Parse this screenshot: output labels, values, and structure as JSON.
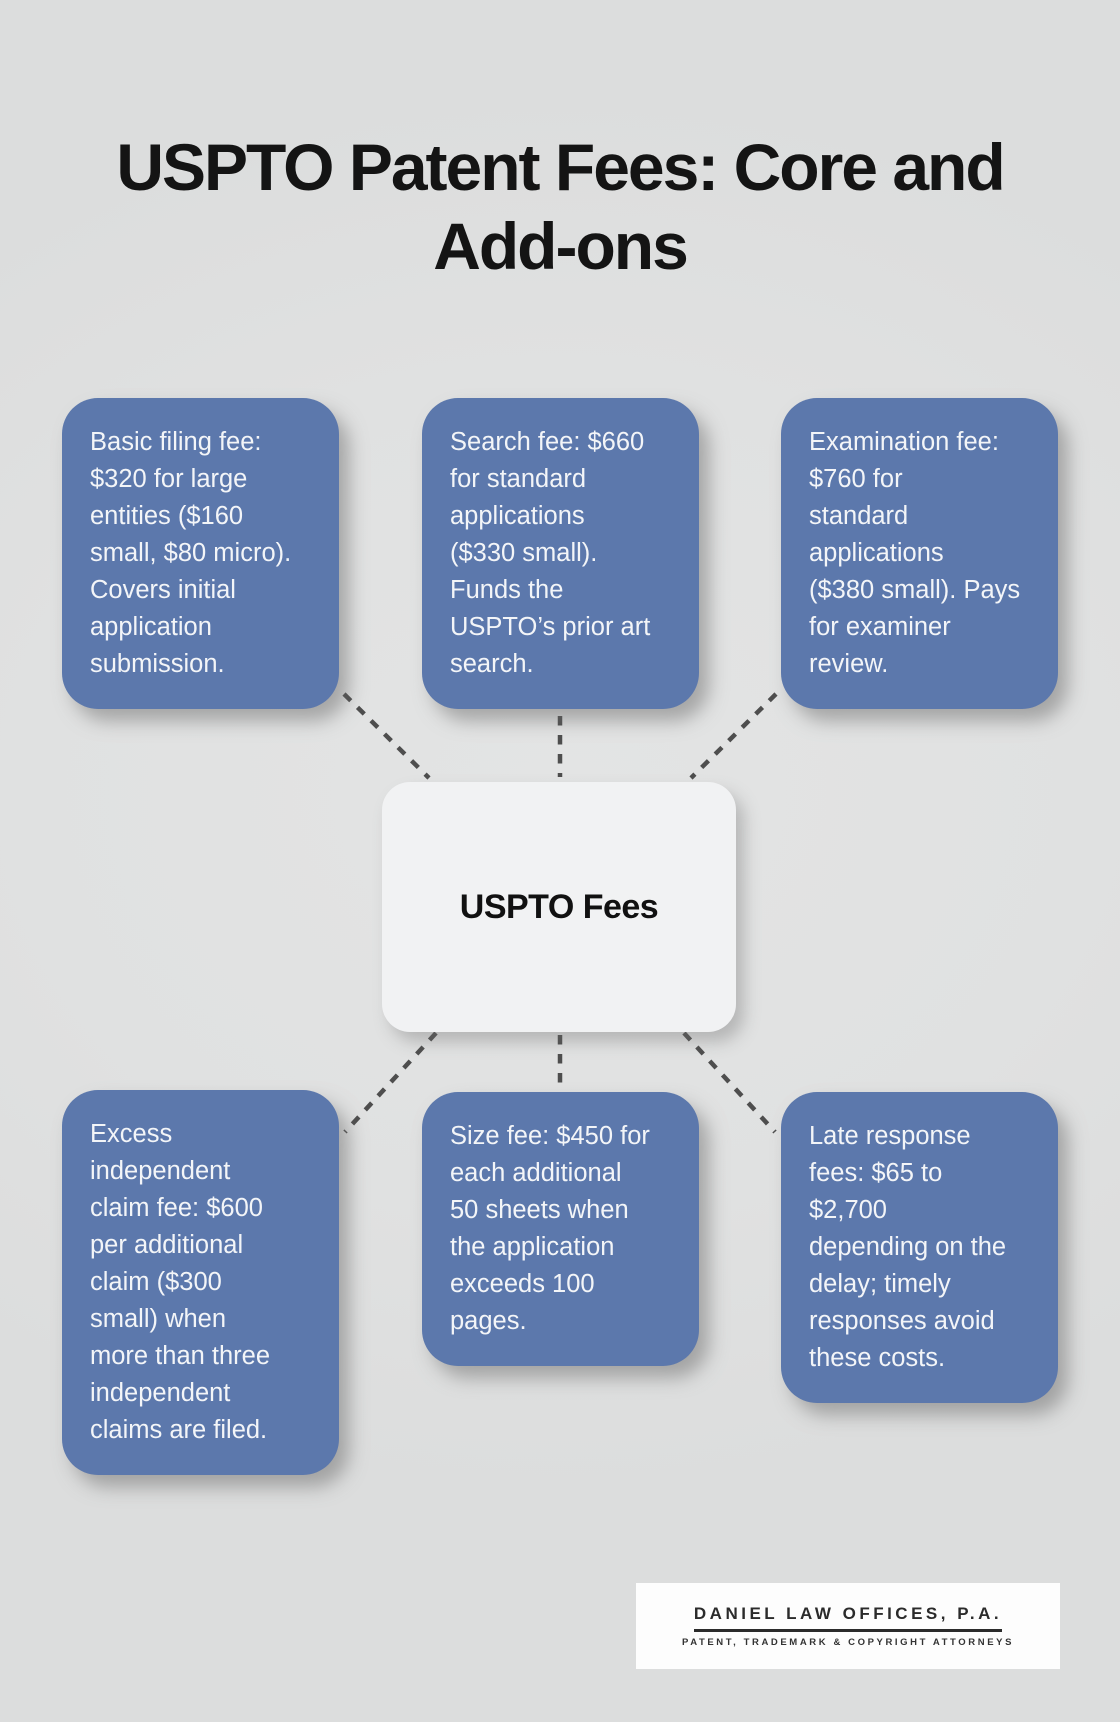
{
  "title": "USPTO Patent Fees: Core and\nAdd-ons",
  "center": {
    "label": "USPTO Fees"
  },
  "cards": [
    {
      "id": "basic-filing-fee",
      "position": "top-left",
      "text": "Basic filing fee:\n$320 for large\nentities ($160\nsmall, $80 micro).\nCovers initial\napplication\nsubmission."
    },
    {
      "id": "search-fee",
      "position": "top-center",
      "text": "Search fee: $660\nfor standard\napplications\n($330 small).\nFunds the\nUSPTO’s prior art\nsearch."
    },
    {
      "id": "examination-fee",
      "position": "top-right",
      "text": "Examination fee:\n$760 for\nstandard\napplications\n($380 small). Pays\nfor examiner\nreview."
    },
    {
      "id": "excess-claim-fee",
      "position": "bottom-left",
      "text": "Excess\nindependent\nclaim fee: $600\nper additional\nclaim ($300\nsmall) when\nmore than three\nindependent\nclaims are filed."
    },
    {
      "id": "size-fee",
      "position": "bottom-center",
      "text": "Size fee: $450 for\neach additional\n50 sheets when\nthe application\nexceeds 100\npages."
    },
    {
      "id": "late-response-fee",
      "position": "bottom-right",
      "text": "Late response\nfees: $65 to\n$2,700\ndepending on the\ndelay; timely\nresponses avoid\nthese costs."
    }
  ],
  "footer_logo": {
    "name": "DANIEL LAW OFFICES, P.A.",
    "tagline": "PATENT, TRADEMARK & COPYRIGHT ATTORNEYS"
  },
  "colors": {
    "background": "#e0e1e1",
    "card_blue": "#5c78ac",
    "card_text": "#f3f5f8",
    "center_box": "#f1f2f3",
    "title_text": "#141414",
    "connector": "#4e4e4e",
    "logo_bg": "#fdfdfd",
    "logo_text": "#2b2b2b"
  }
}
